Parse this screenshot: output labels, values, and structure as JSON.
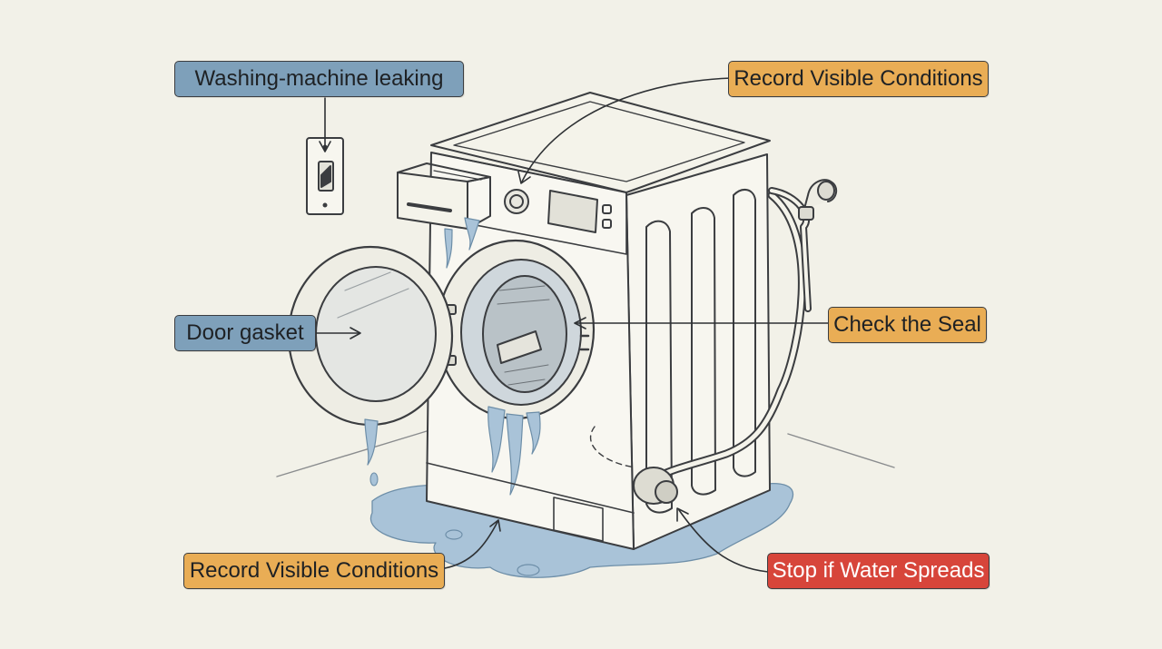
{
  "colors": {
    "background": "#f2f1e8",
    "label_blue": "#7ea0ba",
    "label_orange": "#e9ad55",
    "label_red": "#d7453a",
    "water": "#a9c3d8",
    "line": "#3b3d40"
  },
  "labels": {
    "problem": "Washing-machine leaking",
    "door_gasket": "Door gasket",
    "record_top": "Record Visible Conditions",
    "check_seal": "Check the Seal",
    "record_bottom": "Record Visible Conditions",
    "stop": "Stop if Water Spreads"
  },
  "icons": [
    "wall-switch-icon",
    "water-tap-icon",
    "drain-hose-icon"
  ]
}
